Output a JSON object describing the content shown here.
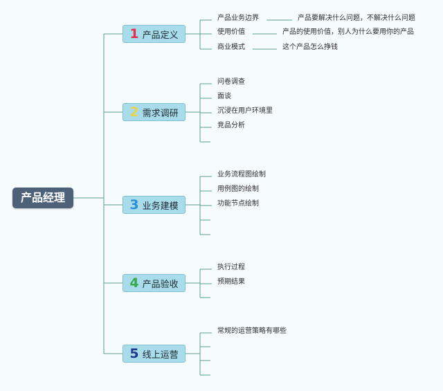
{
  "root": {
    "label": "产品经理"
  },
  "branches": [
    {
      "number": "1",
      "label": "产品定义",
      "number_color": "#e0304e",
      "leaves": [
        {
          "text": "产品业务边界",
          "note": "产品要解决什么问题，不解决什么问题"
        },
        {
          "text": "使用价值",
          "note": "产品的使用价值，别人为什么要用你的产品"
        },
        {
          "text": "商业模式",
          "note": "这个产品怎么挣钱"
        }
      ]
    },
    {
      "number": "2",
      "label": "需求调研",
      "number_color": "#e9d54a",
      "leaves": [
        {
          "text": "问卷调查"
        },
        {
          "text": "面谈"
        },
        {
          "text": "沉浸在用户环境里"
        },
        {
          "text": "竞品分析"
        },
        {
          "text": ""
        }
      ]
    },
    {
      "number": "3",
      "label": "业务建模",
      "number_color": "#2b8fd6",
      "leaves": [
        {
          "text": "业务流程图绘制"
        },
        {
          "text": "用例图的绘制"
        },
        {
          "text": "功能节点绘制"
        },
        {
          "text": ""
        },
        {
          "text": ""
        }
      ]
    },
    {
      "number": "4",
      "label": "产品验收",
      "number_color": "#3aa84a",
      "leaves": [
        {
          "text": "执行过程"
        },
        {
          "text": "预期结果"
        },
        {
          "text": ""
        }
      ]
    },
    {
      "number": "5",
      "label": "线上运营",
      "number_color": "#1e3a8a",
      "leaves": [
        {
          "text": "常规的运营策略有哪些"
        },
        {
          "text": ""
        },
        {
          "text": ""
        },
        {
          "text": ""
        }
      ]
    }
  ]
}
